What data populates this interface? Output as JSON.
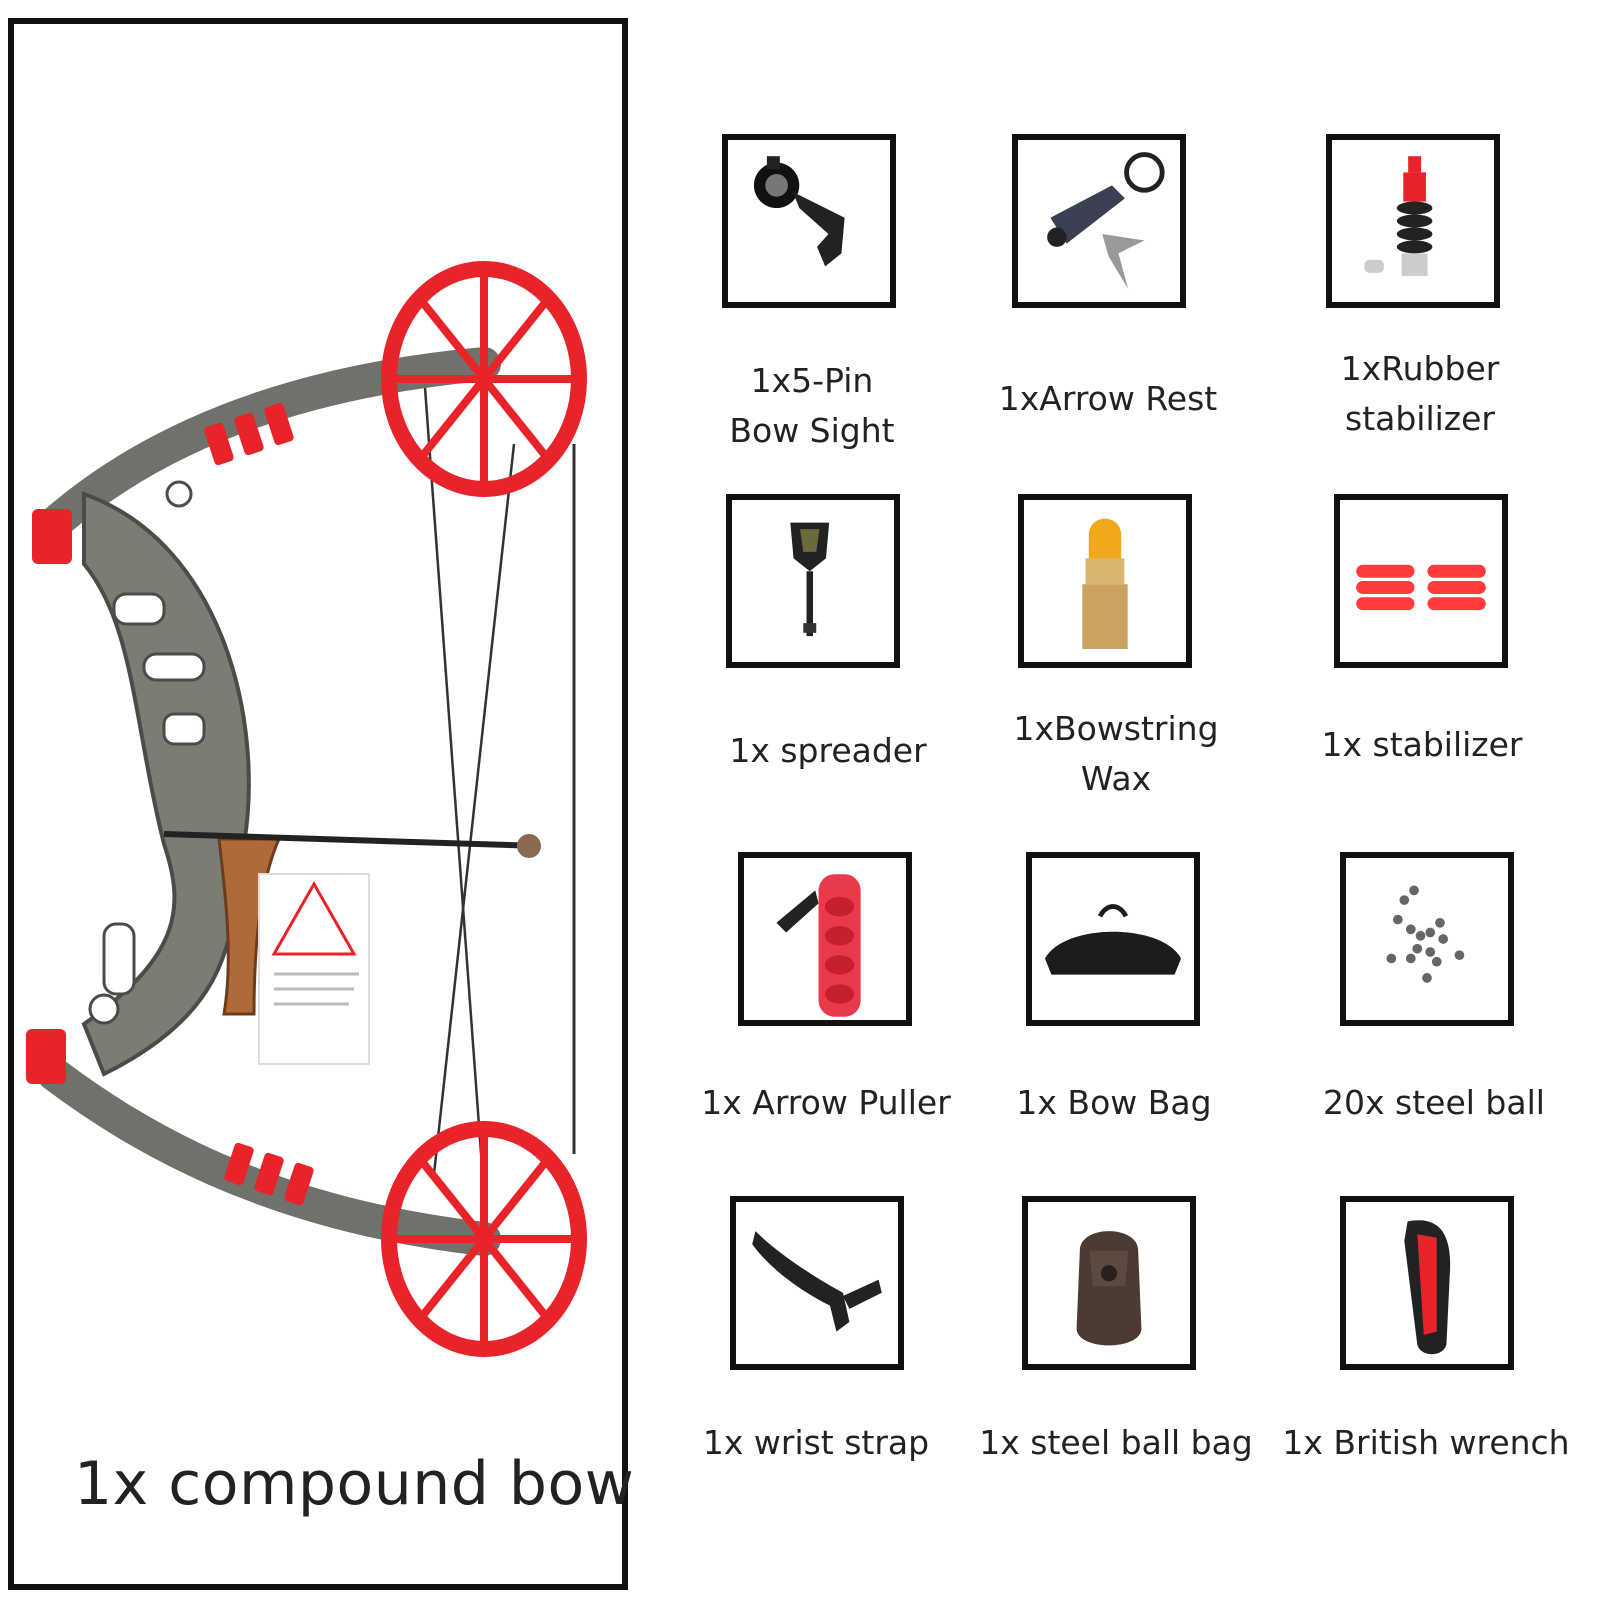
{
  "main": {
    "caption": "1x compound bow",
    "colors": {
      "accent_red": "#e8232a",
      "frame": "#111111",
      "camo": "#7a7d74"
    }
  },
  "accessories": [
    {
      "label": "1x5-Pin\nBow Sight",
      "icon": "bow-sight-icon"
    },
    {
      "label": "1xArrow Rest",
      "icon": "arrow-rest-icon"
    },
    {
      "label": "1xRubber\nstabilizer",
      "icon": "rubber-stabilizer-icon"
    },
    {
      "label": "1x spreader",
      "icon": "release-spreader-icon"
    },
    {
      "label": "1xBowstring\nWax",
      "icon": "bowstring-wax-icon"
    },
    {
      "label": "1x stabilizer",
      "icon": "string-stabilizer-icon"
    },
    {
      "label": "1x Arrow Puller",
      "icon": "arrow-puller-icon"
    },
    {
      "label": "1x Bow Bag",
      "icon": "bow-bag-icon"
    },
    {
      "label": "20x steel ball",
      "icon": "steel-ball-icon"
    },
    {
      "label": "1x wrist strap",
      "icon": "wrist-strap-icon"
    },
    {
      "label": "1x steel ball bag",
      "icon": "steel-ball-bag-icon"
    },
    {
      "label": "1x British wrench",
      "icon": "allen-wrench-icon"
    }
  ]
}
